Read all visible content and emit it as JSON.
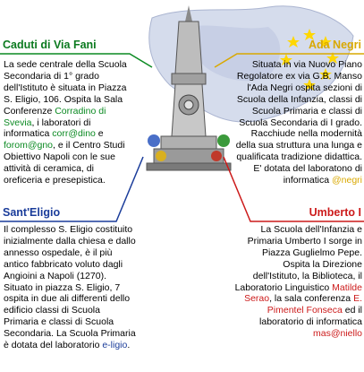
{
  "colors": {
    "green": "#0b7a1f",
    "yellow": "#d9a800",
    "blue": "#1a3c9a",
    "red": "#cc1a1a"
  },
  "sections": {
    "fani": {
      "title": "Caduti di Via Fani",
      "text_1": "La sede centrale della Scuola Secondaria di 1° grado dell'Istituto è situata in Piazza S. Eligio, 106. Ospita la Sala Conferenze ",
      "link_1": "Corradino di Svevia",
      "text_2": ", i laboratori di informatica ",
      "link_2": "corr@dino",
      "text_3": " e ",
      "link_3": "forom@gno",
      "text_4": ", e il Centro Studi Obiettivo Napoli con le sue attività di ceramica, di oreficeria e presepistica."
    },
    "ada": {
      "title": "Ada Negri",
      "text_1": "Situata in via Nuovo Piano Regolatore ex via G.B. Manso l'Ada Negri ospita sezioni di Scuola della Infanzia, classi di Scuola Primaria e classi di Scuola Secondaria di I grado. Racchiude nella modernità della sua struttura una lunga e qualificata tradizione didattica. E' dotata del laboratono di informatica ",
      "link_1": "@negri"
    },
    "eligio": {
      "title": "Sant'Eligio",
      "text_1": "Il complesso S. Eligio costituito inizialmente dalla chiesa e dallo annesso ospedale, è il più antico fabbricato voluto dagli Angioini a Napoli (1270). Situato in piazza S. Eligio, 7 ospita in due ali differenti dello edificio classi di Scuola Primaria e classi di Scuola Secondaria. La Scuola Primaria è dotata del laboratorio ",
      "link_1": "e-ligio",
      "text_2": "."
    },
    "umberto": {
      "title": "Umberto I",
      "text_1": "La Scuola dell'Infanzia e Primaria Umberto I sorge in Piazza Guglielmo Pepe. Ospita la Direzione dell'Istituto, la Biblioteca, il Laboratorio Linguistico ",
      "link_1": "Matilde Serao",
      "text_2": ", la sala conferenza ",
      "link_2": "E. Pimentel Fonseca",
      "text_3": " ed il laboratorio di informatica ",
      "link_3": "mas@niello"
    }
  }
}
